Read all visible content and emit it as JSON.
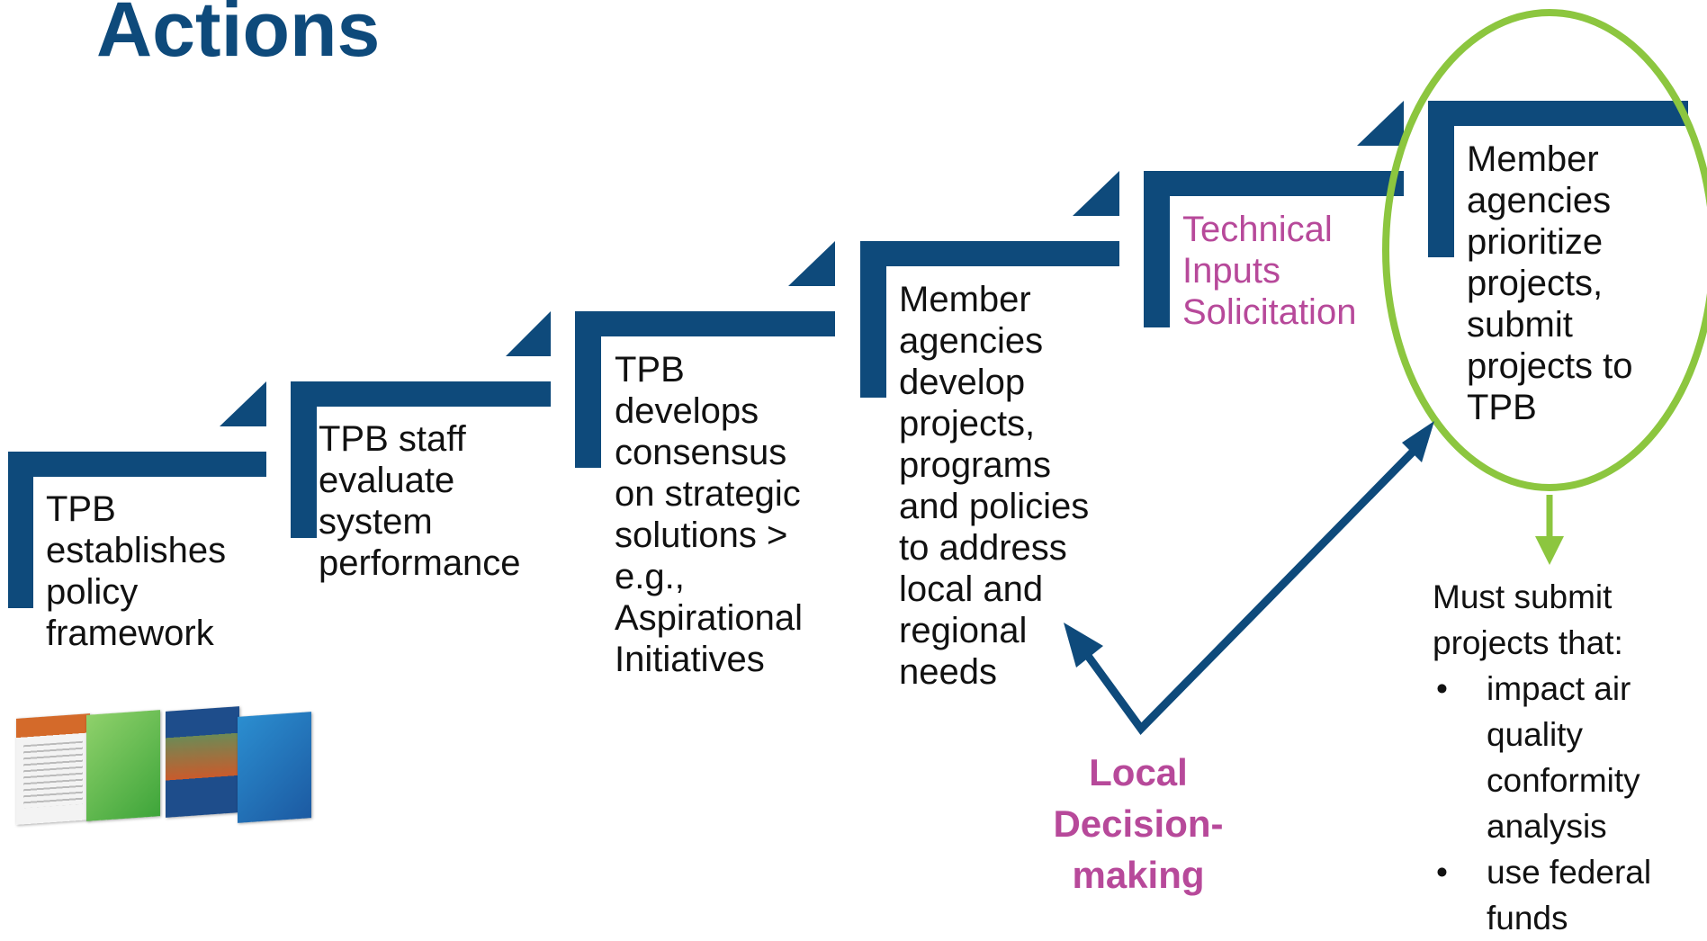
{
  "title": "Actions",
  "steps": [
    {
      "lines": [
        "TPB",
        "establishes",
        "policy",
        "framework"
      ]
    },
    {
      "lines": [
        "TPB staff",
        "evaluate",
        "system",
        "performance"
      ]
    },
    {
      "lines": [
        "TPB",
        "develops",
        "consensus",
        "on strategic",
        "solutions >",
        "e.g.,",
        "Aspirational",
        "Initiatives"
      ]
    },
    {
      "lines": [
        "Member",
        "agencies",
        "develop",
        "projects,",
        "programs",
        "and policies",
        "to address",
        "local and",
        "regional",
        "needs"
      ]
    },
    {
      "lines": [
        "Technical",
        "Inputs",
        "Solicitation"
      ]
    },
    {
      "lines": [
        "Member",
        "agencies",
        "prioritize",
        "projects,",
        "submit",
        "projects to",
        "TPB"
      ]
    }
  ],
  "local_decision": [
    "Local",
    "Decision-",
    "making"
  ],
  "requirements": {
    "intro": [
      "Must submit",
      "projects that:"
    ],
    "items": [
      [
        "impact air",
        "quality",
        "conformity",
        "analysis"
      ],
      [
        "use federal",
        "funds"
      ]
    ]
  },
  "colors": {
    "step_blue": "#0e4a7b",
    "highlight_green": "#8cc63f",
    "accent_pink": "#b7499a"
  },
  "icons": {
    "brochures": "plan-documents-image"
  }
}
